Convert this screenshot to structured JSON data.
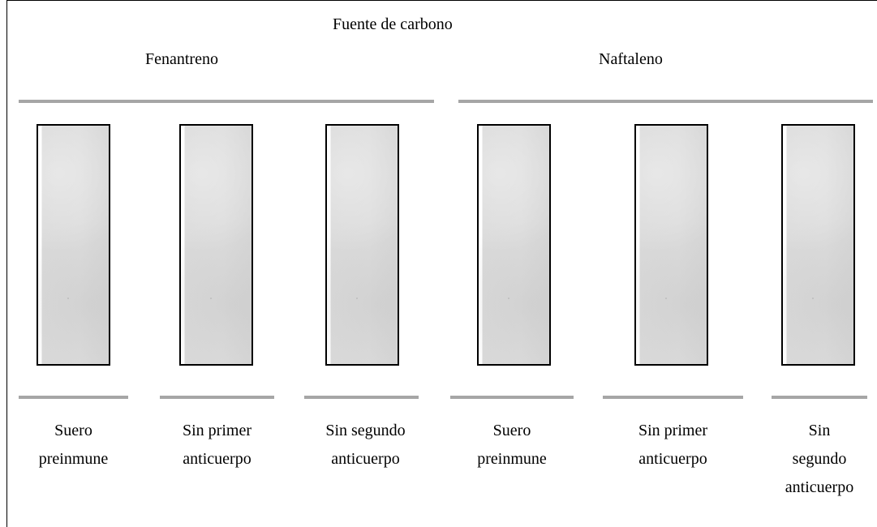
{
  "title": "Fuente de carbono",
  "groups": [
    {
      "name": "Fenantreno",
      "lanes": [
        {
          "line1": "Suero",
          "line2": "preinmune",
          "line3": ""
        },
        {
          "line1": "Sin primer",
          "line2": "anticuerpo",
          "line3": ""
        },
        {
          "line1": "Sin segundo",
          "line2": "anticuerpo",
          "line3": ""
        }
      ]
    },
    {
      "name": "Naftaleno",
      "lanes": [
        {
          "line1": "Suero",
          "line2": "preinmune",
          "line3": ""
        },
        {
          "line1": "Sin primer",
          "line2": "anticuerpo",
          "line3": ""
        },
        {
          "line1": "Sin",
          "line2": "segundo",
          "line3": "anticuerpo"
        }
      ]
    }
  ],
  "colors": {
    "rule": "#a6a6a6",
    "strip_border": "#000000",
    "strip_fill": "#dcdcdc"
  }
}
